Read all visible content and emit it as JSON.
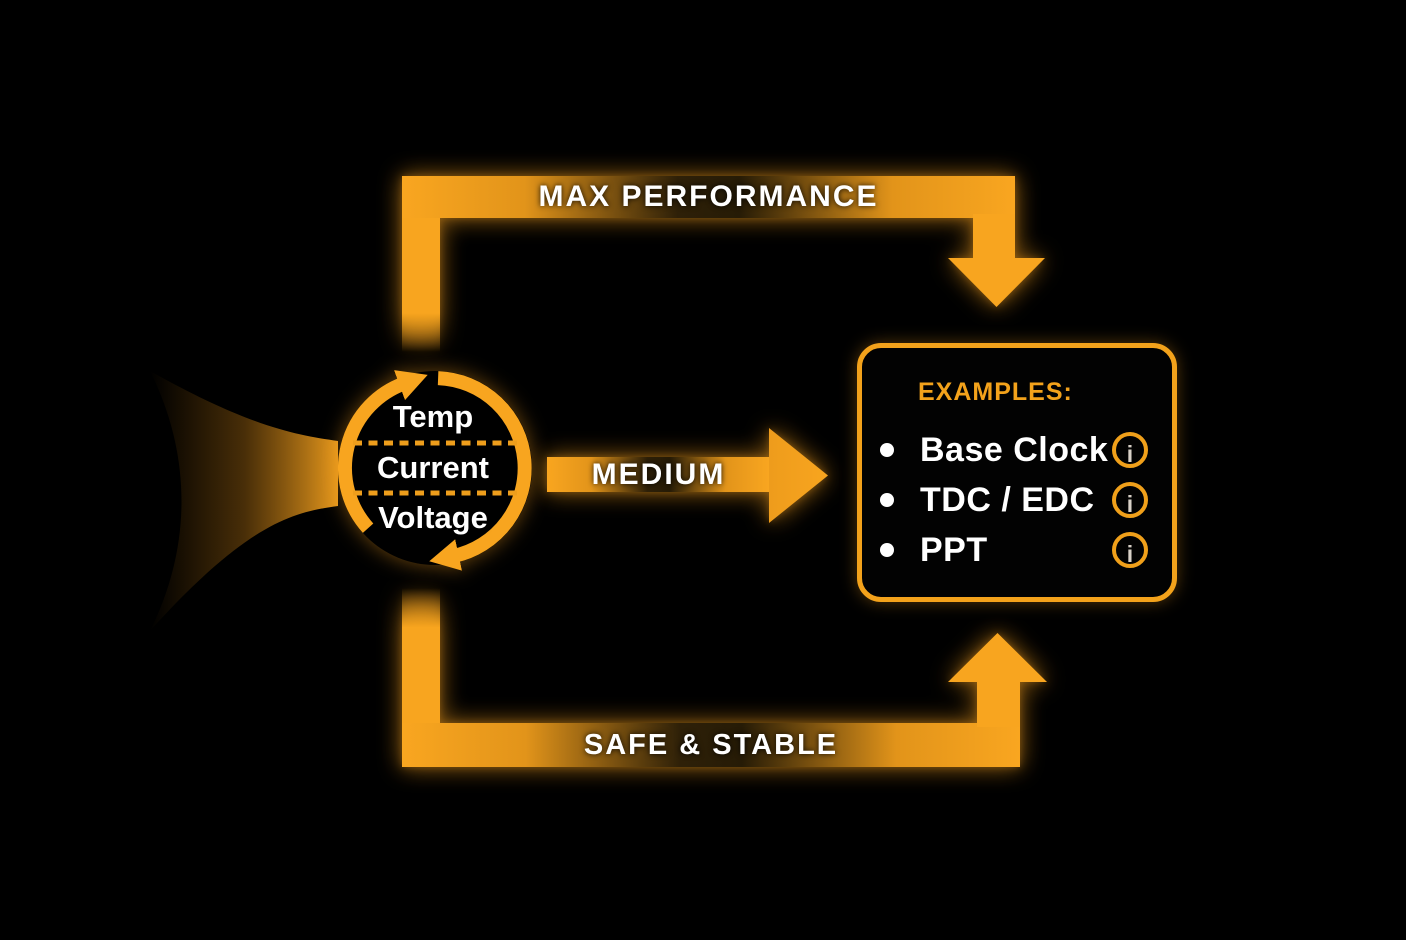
{
  "colors": {
    "accent_orange": "#F8A51F",
    "panel_border_orange": "#F3A21B",
    "bar_center_dark": "#2E2008",
    "label_white": "#FFFFFF",
    "info_glyph_gray": "#D8D1C8",
    "background": "#000000"
  },
  "cycle": {
    "labels": [
      "Temp",
      "Current",
      "Voltage"
    ]
  },
  "flows": {
    "max": "MAX PERFORMANCE",
    "medium": "MEDIUM",
    "safe": "SAFE & STABLE"
  },
  "examples": {
    "heading": "EXAMPLES:",
    "items": [
      {
        "label": "Base Clock",
        "info": "i"
      },
      {
        "label": "TDC / EDC",
        "info": "i"
      },
      {
        "label": "PPT",
        "info": "i"
      }
    ]
  }
}
